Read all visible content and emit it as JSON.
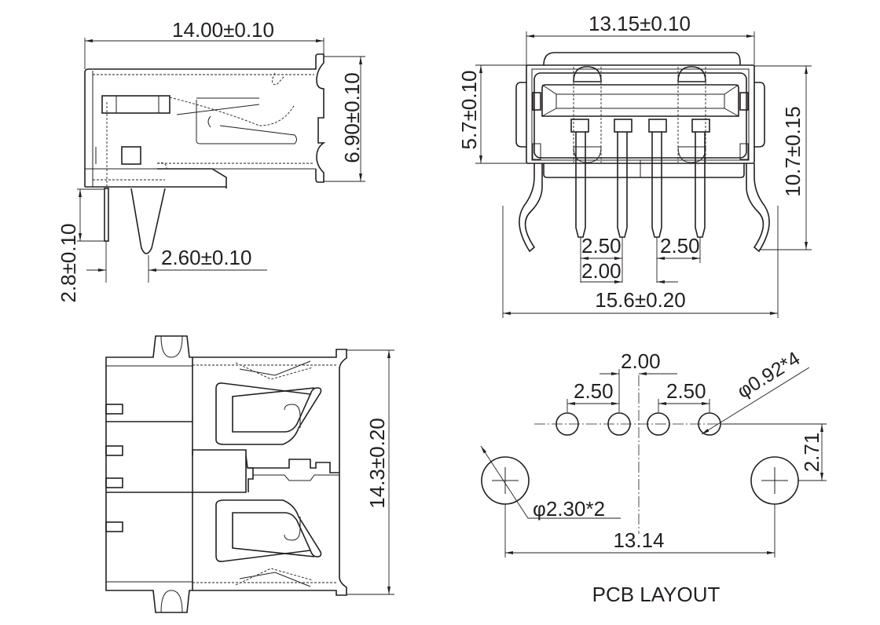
{
  "side_view": {
    "length": "14.00±0.10",
    "height": "6.90±0.10",
    "pin_length": "2.8±0.10",
    "pin_offset": "2.60±0.10"
  },
  "front_view": {
    "width": "13.15±0.10",
    "opening_height": "5.7±0.10",
    "total_height": "10.7±0.15",
    "pitch_left": "2.50",
    "pitch_right": "2.50",
    "pitch_center": "2.00",
    "leg_span": "15.6±0.20"
  },
  "top_view": {
    "depth": "14.3±0.20"
  },
  "pcb_layout": {
    "title": "PCB LAYOUT",
    "pitch_center": "2.00",
    "pitch_left": "2.50",
    "pitch_right": "2.50",
    "small_hole": "φ0.92*4",
    "row_offset": "2.71",
    "large_hole": "φ2.30*2",
    "large_hole_span": "13.14"
  }
}
